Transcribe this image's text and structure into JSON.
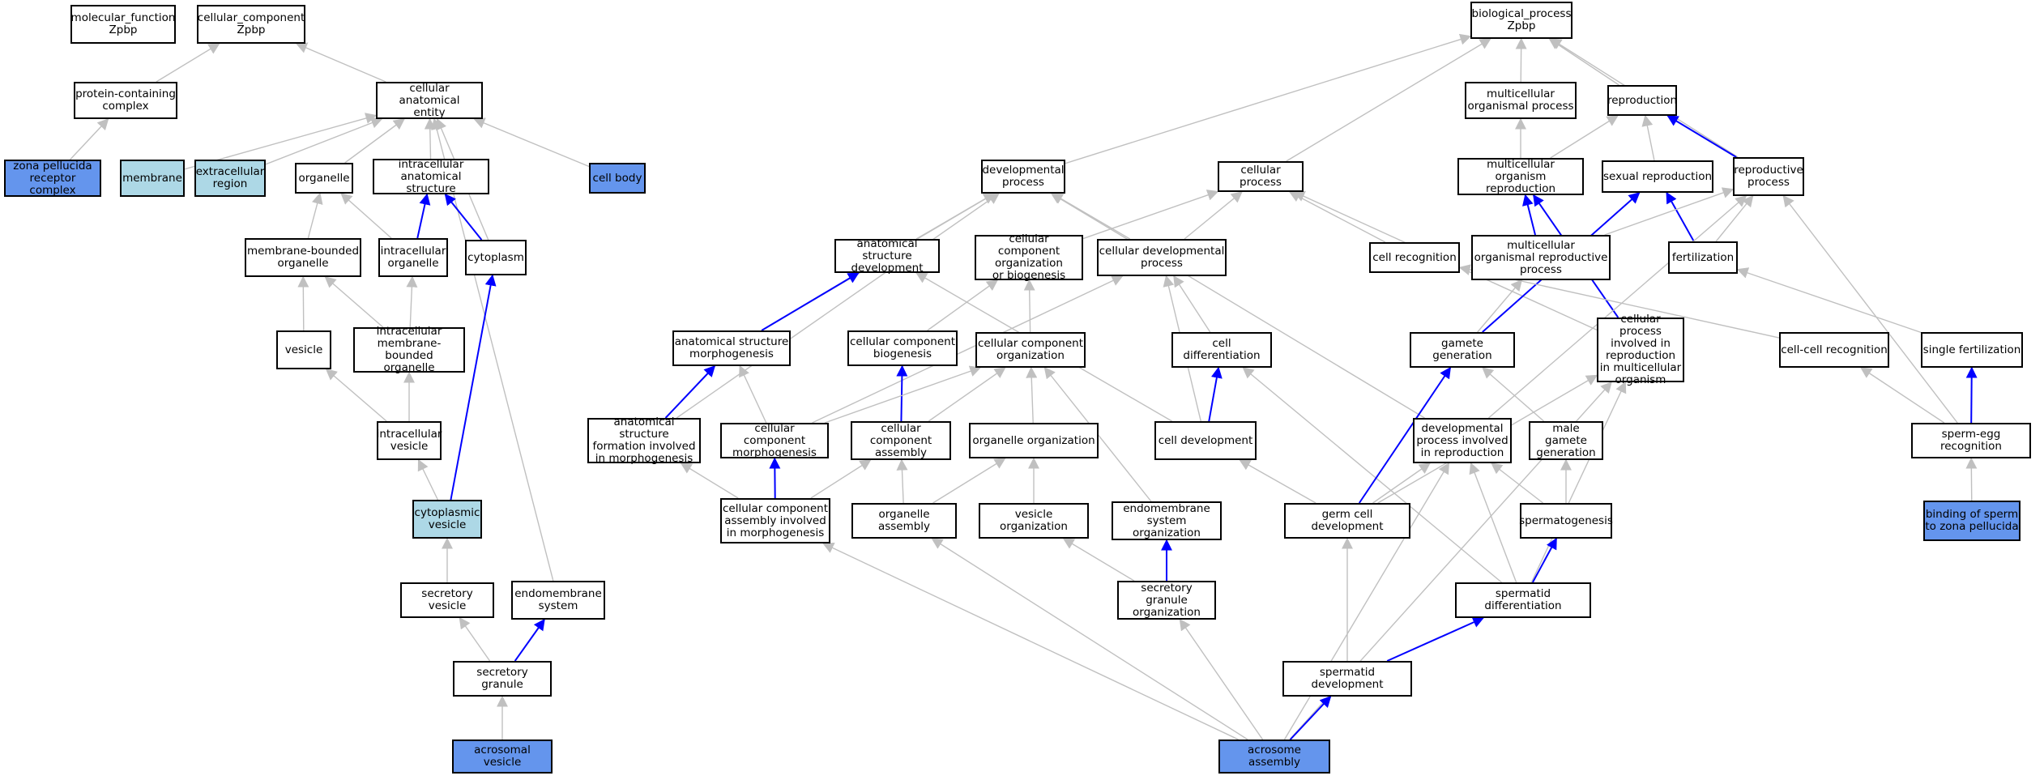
{
  "colors": {
    "default_fill": "#ffffff",
    "light_fill": "#add8e6",
    "dark_fill": "#6495ed",
    "gray_edge": "#c0c0c0",
    "blue_edge": "#0000ff"
  },
  "nodes": [
    {
      "id": "mf",
      "label": "molecular_function\nZpbp",
      "fill": "default"
    },
    {
      "id": "cc",
      "label": "cellular_component\nZpbp",
      "fill": "default"
    },
    {
      "id": "bp",
      "label": "biological_process\nZpbp",
      "fill": "default"
    },
    {
      "id": "pcc",
      "label": "protein-containing\ncomplex",
      "fill": "default"
    },
    {
      "id": "cae",
      "label": "cellular anatomical\nentity",
      "fill": "default"
    },
    {
      "id": "mop",
      "label": "multicellular\norganismal process",
      "fill": "default"
    },
    {
      "id": "repro",
      "label": "reproduction",
      "fill": "default"
    },
    {
      "id": "zprc",
      "label": "zona pellucida\nreceptor complex",
      "fill": "dark"
    },
    {
      "id": "membrane",
      "label": "membrane",
      "fill": "light"
    },
    {
      "id": "ecr",
      "label": "extracellular\nregion",
      "fill": "light"
    },
    {
      "id": "organelle",
      "label": "organelle",
      "fill": "default"
    },
    {
      "id": "ias",
      "label": "intracellular\nanatomical structure",
      "fill": "default"
    },
    {
      "id": "cellbody",
      "label": "cell body",
      "fill": "dark"
    },
    {
      "id": "devp",
      "label": "developmental\nprocess",
      "fill": "default"
    },
    {
      "id": "cellp",
      "label": "cellular process",
      "fill": "default"
    },
    {
      "id": "mor",
      "label": "multicellular\norganism reproduction",
      "fill": "default"
    },
    {
      "id": "sexrep",
      "label": "sexual reproduction",
      "fill": "default"
    },
    {
      "id": "reprop",
      "label": "reproductive\nprocess",
      "fill": "default"
    },
    {
      "id": "mbo",
      "label": "membrane-bounded\norganelle",
      "fill": "default"
    },
    {
      "id": "io",
      "label": "intracellular\norganelle",
      "fill": "default"
    },
    {
      "id": "cytoplasm",
      "label": "cytoplasm",
      "fill": "default"
    },
    {
      "id": "asd",
      "label": "anatomical structure\ndevelopment",
      "fill": "default"
    },
    {
      "id": "ccob",
      "label": "cellular component\norganization\nor biogenesis",
      "fill": "default"
    },
    {
      "id": "cdp",
      "label": "cellular developmental\nprocess",
      "fill": "default"
    },
    {
      "id": "cellrec",
      "label": "cell recognition",
      "fill": "default"
    },
    {
      "id": "morp",
      "label": "multicellular\norganismal reproductive\nprocess",
      "fill": "default"
    },
    {
      "id": "fert",
      "label": "fertilization",
      "fill": "default"
    },
    {
      "id": "vesicle",
      "label": "vesicle",
      "fill": "default"
    },
    {
      "id": "imbo",
      "label": "intracellular\nmembrane-bounded\norganelle",
      "fill": "default"
    },
    {
      "id": "asm",
      "label": "anatomical structure\nmorphogenesis",
      "fill": "default"
    },
    {
      "id": "ccb",
      "label": "cellular component\nbiogenesis",
      "fill": "default"
    },
    {
      "id": "cco",
      "label": "cellular component\norganization",
      "fill": "default"
    },
    {
      "id": "celldiff",
      "label": "cell differentiation",
      "fill": "default"
    },
    {
      "id": "gamgen",
      "label": "gamete generation",
      "fill": "default"
    },
    {
      "id": "cpirmo",
      "label": "cellular process\ninvolved in\nreproduction\nin multicellular\norganism",
      "fill": "default"
    },
    {
      "id": "ccr",
      "label": "cell-cell recognition",
      "fill": "default"
    },
    {
      "id": "singfert",
      "label": "single fertilization",
      "fill": "default"
    },
    {
      "id": "iv",
      "label": "intracellular\nvesicle",
      "fill": "default"
    },
    {
      "id": "asfim",
      "label": "anatomical structure\nformation involved\nin morphogenesis",
      "fill": "default"
    },
    {
      "id": "ccm",
      "label": "cellular component\nmorphogenesis",
      "fill": "default"
    },
    {
      "id": "cca",
      "label": "cellular component\nassembly",
      "fill": "default"
    },
    {
      "id": "orgorg",
      "label": "organelle organization",
      "fill": "default"
    },
    {
      "id": "celldev",
      "label": "cell development",
      "fill": "default"
    },
    {
      "id": "dpir",
      "label": "developmental\nprocess involved\nin reproduction",
      "fill": "default"
    },
    {
      "id": "mgg",
      "label": "male gamete\ngeneration",
      "fill": "default"
    },
    {
      "id": "serec",
      "label": "sperm-egg recognition",
      "fill": "default"
    },
    {
      "id": "cytves",
      "label": "cytoplasmic\nvesicle",
      "fill": "light"
    },
    {
      "id": "ccaim",
      "label": "cellular component\nassembly involved\nin morphogenesis",
      "fill": "default"
    },
    {
      "id": "orgasm",
      "label": "organelle assembly",
      "fill": "default"
    },
    {
      "id": "vesorg",
      "label": "vesicle organization",
      "fill": "default"
    },
    {
      "id": "endso",
      "label": "endomembrane\nsystem organization",
      "fill": "default"
    },
    {
      "id": "germdev",
      "label": "germ cell development",
      "fill": "default"
    },
    {
      "id": "spermatog",
      "label": "spermatogenesis",
      "fill": "default"
    },
    {
      "id": "bszp",
      "label": "binding of sperm\nto zona pellucida",
      "fill": "dark"
    },
    {
      "id": "secves",
      "label": "secretory vesicle",
      "fill": "default"
    },
    {
      "id": "endsys",
      "label": "endomembrane\nsystem",
      "fill": "default"
    },
    {
      "id": "sgo",
      "label": "secretory granule\norganization",
      "fill": "default"
    },
    {
      "id": "spdiff",
      "label": "spermatid differentiation",
      "fill": "default"
    },
    {
      "id": "secgran",
      "label": "secretory granule",
      "fill": "default"
    },
    {
      "id": "spdev",
      "label": "spermatid development",
      "fill": "default"
    },
    {
      "id": "acrves",
      "label": "acrosomal vesicle",
      "fill": "dark"
    },
    {
      "id": "acrasm",
      "label": "acrosome assembly",
      "fill": "dark"
    }
  ],
  "edges": [
    {
      "from": "pcc",
      "to": "cc",
      "color": "gray"
    },
    {
      "from": "cae",
      "to": "cc",
      "color": "gray"
    },
    {
      "from": "zprc",
      "to": "pcc",
      "color": "gray"
    },
    {
      "from": "membrane",
      "to": "cae",
      "color": "gray"
    },
    {
      "from": "ecr",
      "to": "cae",
      "color": "gray"
    },
    {
      "from": "organelle",
      "to": "cae",
      "color": "gray"
    },
    {
      "from": "ias",
      "to": "cae",
      "color": "gray"
    },
    {
      "from": "cellbody",
      "to": "cae",
      "color": "gray"
    },
    {
      "from": "cytoplasm",
      "to": "cae",
      "color": "gray"
    },
    {
      "from": "endsys",
      "to": "cae",
      "color": "gray"
    },
    {
      "from": "mbo",
      "to": "organelle",
      "color": "gray"
    },
    {
      "from": "io",
      "to": "organelle",
      "color": "gray"
    },
    {
      "from": "io",
      "to": "ias",
      "color": "blue"
    },
    {
      "from": "cytoplasm",
      "to": "ias",
      "color": "blue"
    },
    {
      "from": "vesicle",
      "to": "mbo",
      "color": "gray"
    },
    {
      "from": "imbo",
      "to": "mbo",
      "color": "gray"
    },
    {
      "from": "imbo",
      "to": "io",
      "color": "gray"
    },
    {
      "from": "iv",
      "to": "vesicle",
      "color": "gray"
    },
    {
      "from": "iv",
      "to": "imbo",
      "color": "gray"
    },
    {
      "from": "cytves",
      "to": "iv",
      "color": "gray"
    },
    {
      "from": "cytves",
      "to": "cytoplasm",
      "color": "blue"
    },
    {
      "from": "secves",
      "to": "cytves",
      "color": "gray"
    },
    {
      "from": "secgran",
      "to": "secves",
      "color": "gray"
    },
    {
      "from": "secgran",
      "to": "endsys",
      "color": "blue"
    },
    {
      "from": "acrves",
      "to": "secgran",
      "color": "gray"
    },
    {
      "from": "devp",
      "to": "bp",
      "color": "gray"
    },
    {
      "from": "cellp",
      "to": "bp",
      "color": "gray"
    },
    {
      "from": "mop",
      "to": "bp",
      "color": "gray"
    },
    {
      "from": "repro",
      "to": "bp",
      "color": "gray"
    },
    {
      "from": "reprop",
      "to": "bp",
      "color": "gray"
    },
    {
      "from": "mor",
      "to": "mop",
      "color": "gray"
    },
    {
      "from": "mor",
      "to": "repro",
      "color": "gray"
    },
    {
      "from": "sexrep",
      "to": "repro",
      "color": "gray"
    },
    {
      "from": "reprop",
      "to": "repro",
      "color": "blue"
    },
    {
      "from": "asd",
      "to": "devp",
      "color": "gray"
    },
    {
      "from": "cdp",
      "to": "devp",
      "color": "gray"
    },
    {
      "from": "asm",
      "to": "devp",
      "color": "gray"
    },
    {
      "from": "asfim",
      "to": "devp",
      "color": "gray"
    },
    {
      "from": "dpir",
      "to": "devp",
      "color": "gray"
    },
    {
      "from": "ccob",
      "to": "cellp",
      "color": "gray"
    },
    {
      "from": "cdp",
      "to": "cellp",
      "color": "gray"
    },
    {
      "from": "cellrec",
      "to": "cellp",
      "color": "gray"
    },
    {
      "from": "cpirmo",
      "to": "cellp",
      "color": "gray"
    },
    {
      "from": "morp",
      "to": "mor",
      "color": "blue"
    },
    {
      "from": "gamgen",
      "to": "sexrep",
      "color": "blue"
    },
    {
      "from": "cpirmo",
      "to": "mor",
      "color": "blue"
    },
    {
      "from": "fert",
      "to": "sexrep",
      "color": "blue"
    },
    {
      "from": "morp",
      "to": "reprop",
      "color": "gray"
    },
    {
      "from": "fert",
      "to": "reprop",
      "color": "gray"
    },
    {
      "from": "dpir",
      "to": "reprop",
      "color": "gray"
    },
    {
      "from": "serec",
      "to": "reprop",
      "color": "gray"
    },
    {
      "from": "asm",
      "to": "asd",
      "color": "blue"
    },
    {
      "from": "celldev",
      "to": "asd",
      "color": "gray"
    },
    {
      "from": "ccb",
      "to": "ccob",
      "color": "gray"
    },
    {
      "from": "cco",
      "to": "ccob",
      "color": "gray"
    },
    {
      "from": "celldiff",
      "to": "cdp",
      "color": "gray"
    },
    {
      "from": "celldev",
      "to": "cdp",
      "color": "gray"
    },
    {
      "from": "ccm",
      "to": "cdp",
      "color": "gray"
    },
    {
      "from": "ccr",
      "to": "cellrec",
      "color": "gray"
    },
    {
      "from": "gamgen",
      "to": "morp",
      "color": "gray"
    },
    {
      "from": "singfert",
      "to": "fert",
      "color": "gray"
    },
    {
      "from": "asfim",
      "to": "asm",
      "color": "blue"
    },
    {
      "from": "ccm",
      "to": "asm",
      "color": "gray"
    },
    {
      "from": "cca",
      "to": "ccb",
      "color": "blue"
    },
    {
      "from": "ccm",
      "to": "cco",
      "color": "gray"
    },
    {
      "from": "cca",
      "to": "cco",
      "color": "gray"
    },
    {
      "from": "orgorg",
      "to": "cco",
      "color": "gray"
    },
    {
      "from": "endso",
      "to": "cco",
      "color": "gray"
    },
    {
      "from": "celldev",
      "to": "celldiff",
      "color": "blue"
    },
    {
      "from": "spdiff",
      "to": "celldiff",
      "color": "gray"
    },
    {
      "from": "germdev",
      "to": "gamgen",
      "color": "blue"
    },
    {
      "from": "mgg",
      "to": "gamgen",
      "color": "gray"
    },
    {
      "from": "germdev",
      "to": "cpirmo",
      "color": "gray"
    },
    {
      "from": "spdiff",
      "to": "cpirmo",
      "color": "gray"
    },
    {
      "from": "acrasm",
      "to": "cpirmo",
      "color": "gray"
    },
    {
      "from": "serec",
      "to": "ccr",
      "color": "gray"
    },
    {
      "from": "serec",
      "to": "singfert",
      "color": "blue"
    },
    {
      "from": "ccaim",
      "to": "asfim",
      "color": "gray"
    },
    {
      "from": "ccaim",
      "to": "ccm",
      "color": "blue"
    },
    {
      "from": "ccaim",
      "to": "cca",
      "color": "gray"
    },
    {
      "from": "orgasm",
      "to": "cca",
      "color": "gray"
    },
    {
      "from": "orgasm",
      "to": "orgorg",
      "color": "gray"
    },
    {
      "from": "vesorg",
      "to": "orgorg",
      "color": "gray"
    },
    {
      "from": "germdev",
      "to": "celldev",
      "color": "gray"
    },
    {
      "from": "germdev",
      "to": "dpir",
      "color": "gray"
    },
    {
      "from": "spermatog",
      "to": "dpir",
      "color": "gray"
    },
    {
      "from": "spdiff",
      "to": "dpir",
      "color": "gray"
    },
    {
      "from": "acrasm",
      "to": "dpir",
      "color": "gray"
    },
    {
      "from": "spermatog",
      "to": "mgg",
      "color": "gray"
    },
    {
      "from": "bszp",
      "to": "serec",
      "color": "gray"
    },
    {
      "from": "acrasm",
      "to": "ccaim",
      "color": "gray"
    },
    {
      "from": "acrasm",
      "to": "orgasm",
      "color": "gray"
    },
    {
      "from": "sgo",
      "to": "vesorg",
      "color": "gray"
    },
    {
      "from": "sgo",
      "to": "endso",
      "color": "blue"
    },
    {
      "from": "spdev",
      "to": "germdev",
      "color": "gray"
    },
    {
      "from": "spdiff",
      "to": "spermatog",
      "color": "blue"
    },
    {
      "from": "acrasm",
      "to": "sgo",
      "color": "gray"
    },
    {
      "from": "spdev",
      "to": "spdiff",
      "color": "blue"
    },
    {
      "from": "acrasm",
      "to": "spdev",
      "color": "blue"
    }
  ]
}
